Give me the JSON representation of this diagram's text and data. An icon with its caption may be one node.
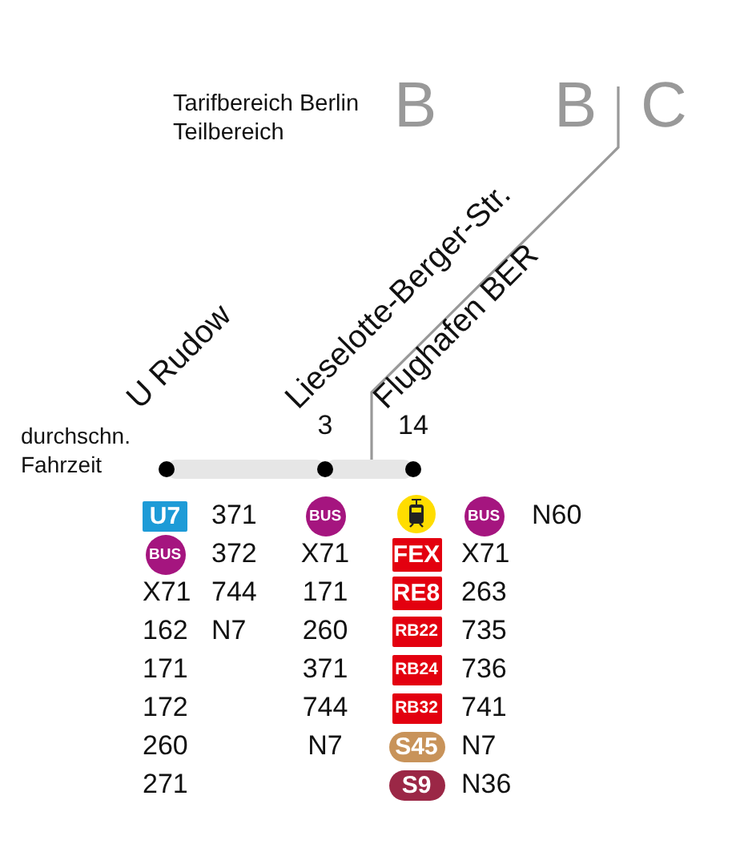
{
  "diagram": {
    "nodes": [
      {
        "text": [
          "U Rudow"
        ]
      },
      {
        "text": [
          "Lieselotte-Berger-Str."
        ],
        "beside": [
          "3"
        ]
      },
      {
        "text": [
          "Flughafen BER"
        ],
        "beside": [
          "14"
        ]
      }
    ],
    "edges": [
      {
        "from": 0,
        "to": 1,
        "arrow": "none"
      },
      {
        "from": 1,
        "to": 2,
        "arrow": "none"
      }
    ],
    "labels": [
      "Tarifbereich Berlin Teilbereich",
      "B",
      "B",
      "C",
      "durchschn. Fahrzeit",
      "U7",
      "371",
      "BUS",
      "BUS",
      "N60",
      "BUS",
      "372",
      "X71",
      "FEX",
      "X71",
      "X71",
      "744",
      "171",
      "RE8",
      "263",
      "162",
      "N7",
      "260",
      "RB22",
      "735",
      "171",
      "371",
      "RB24",
      "736",
      "172",
      "744",
      "RB32",
      "741",
      "260",
      "N7",
      "S45",
      "N7",
      "271",
      "S9",
      "N36"
    ]
  }
}
